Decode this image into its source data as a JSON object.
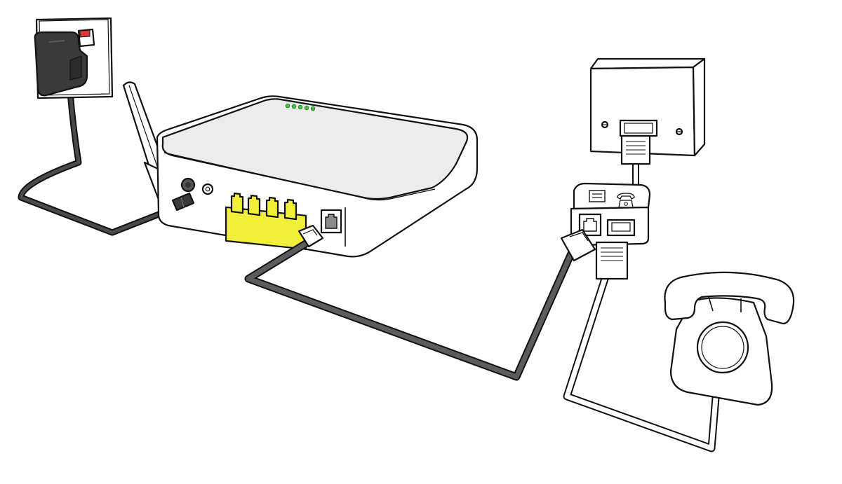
{
  "diagram": {
    "type": "illustration",
    "subject": "adsl-router-phone-line-setup",
    "components": [
      {
        "id": "wall-power-socket",
        "icon": "power-socket-icon"
      },
      {
        "id": "power-adapter",
        "icon": "power-adapter-icon"
      },
      {
        "id": "router",
        "icon": "router-icon"
      },
      {
        "id": "router-antenna",
        "icon": "antenna-icon"
      },
      {
        "id": "router-status-leds",
        "icon": "led-icon",
        "count": 5,
        "color": "#3ec93e"
      },
      {
        "id": "router-lan-ports",
        "icon": "ethernet-port-icon",
        "count": 4,
        "color": "#f2ef3a"
      },
      {
        "id": "router-dsl-port",
        "icon": "rj11-port-icon"
      },
      {
        "id": "phone-wall-socket",
        "icon": "phone-wall-socket-icon"
      },
      {
        "id": "adsl-splitter",
        "icon": "splitter-icon"
      },
      {
        "id": "telephone",
        "icon": "rotary-phone-icon"
      }
    ],
    "connections": [
      {
        "from": "power-adapter",
        "to": "router",
        "cable": "power-cable"
      },
      {
        "from": "phone-wall-socket",
        "to": "adsl-splitter",
        "cable": "phone-line"
      },
      {
        "from": "adsl-splitter",
        "to": "router-dsl-port",
        "cable": "dsl-cable"
      },
      {
        "from": "adsl-splitter",
        "to": "telephone",
        "cable": "phone-cable"
      }
    ],
    "colors": {
      "outline": "#111111",
      "cable-dark": "#3d3d3d",
      "cable-light": "#ffffff",
      "router-top": "#ececec",
      "power-adapter": "#3a3a3a",
      "switch-red": "#d93a3a"
    }
  }
}
